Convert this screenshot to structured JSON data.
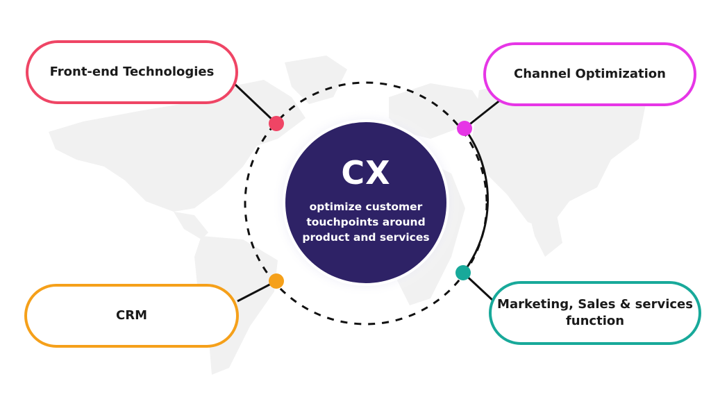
{
  "center": {
    "title": "CX",
    "subtitle": "optimize customer touchpoints around product and services",
    "fill_color": "#2e2266"
  },
  "nodes": [
    {
      "label": "Front-end Technologies",
      "color": "#ef4565"
    },
    {
      "label": "Channel Optimization",
      "color": "#e636e6"
    },
    {
      "label": "CRM",
      "color": "#f5a01a"
    },
    {
      "label": "Marketing, Sales & services function",
      "color": "#18a99a"
    }
  ],
  "decorations": {
    "background": "world-map",
    "map_color": "#f1f1f1",
    "ring_style": "dashed-with-solid-arc"
  }
}
